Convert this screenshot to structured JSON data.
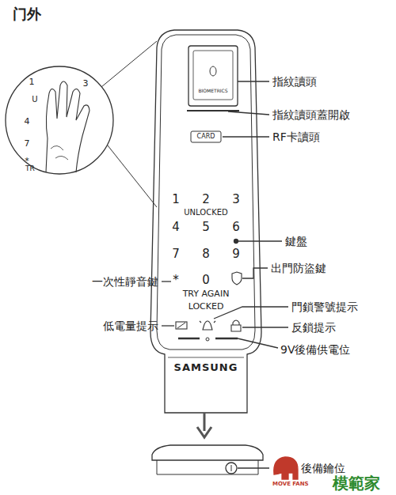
{
  "diagram": {
    "title": "门外",
    "labels": [
      "指紋讀頭",
      "指紋讀頭蓋開啟",
      "RF卡讀頭",
      "鍵盤",
      "出門防盜鍵",
      "一次性靜音鍵",
      "門鎖警號提示",
      "低電量提示",
      "反鎖提示",
      "9V後備供電位",
      "後備鑰位",
      "BIOMETRICS",
      "CARD",
      "1",
      "2",
      "3",
      "UNLOCKED",
      "4",
      "5",
      "6",
      "7",
      "8",
      "9",
      "*",
      "0",
      "TRY AGAIN",
      "LOCKED",
      "SAMSUNG",
      "1",
      "3",
      "U",
      "4",
      "7",
      "*",
      "TR",
      "MOVE FANS",
      "模範家"
    ]
  }
}
